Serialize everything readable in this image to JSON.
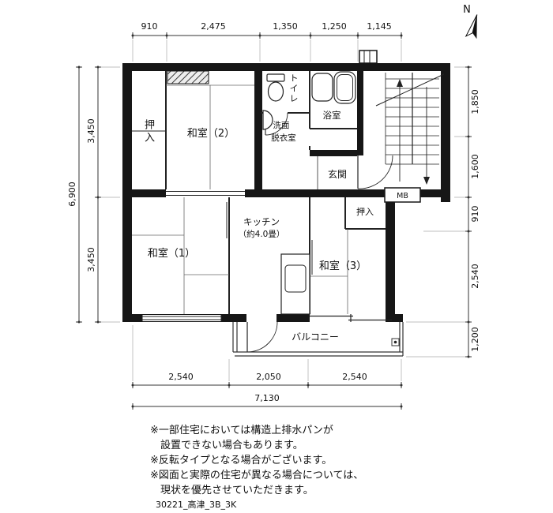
{
  "compass": {
    "north_label": "N"
  },
  "dimensions": {
    "top": [
      "910",
      "2,475",
      "1,350",
      "1,250",
      "1,145"
    ],
    "left_segments": [
      "3,450",
      "3,450"
    ],
    "left_total": "6,900",
    "right": [
      "1,850",
      "1,600",
      "910",
      "2,540",
      "1,200"
    ],
    "bottom_segments": [
      "2,540",
      "2,050",
      "2,540"
    ],
    "bottom_total": "7,130"
  },
  "rooms": {
    "oshiire_left": "押入",
    "washitsu2": "和室（2）",
    "toilet": "トイレ",
    "washroom_line1": "洗面",
    "washroom_line2": "脱衣室",
    "bathroom": "浴室",
    "genkan": "玄関",
    "mb": "MB",
    "oshiire_right": "押入",
    "kitchen_line1": "キッチン",
    "kitchen_line2": "（約4.0畳）",
    "washitsu1": "和室（1）",
    "washitsu3": "和室（3）",
    "balcony": "バルコニー"
  },
  "notes": [
    "※一部住宅においては構造上排水パンが",
    "　設置できない場合もあります。",
    "※反転タイプとなる場合がございます。",
    "※図面と実際の住宅が異なる場合については、",
    "　現状を優先させていただきます。"
  ],
  "footer": "30221_高津_3B_3K",
  "colors": {
    "wall": "#161616",
    "line": "#333333"
  }
}
